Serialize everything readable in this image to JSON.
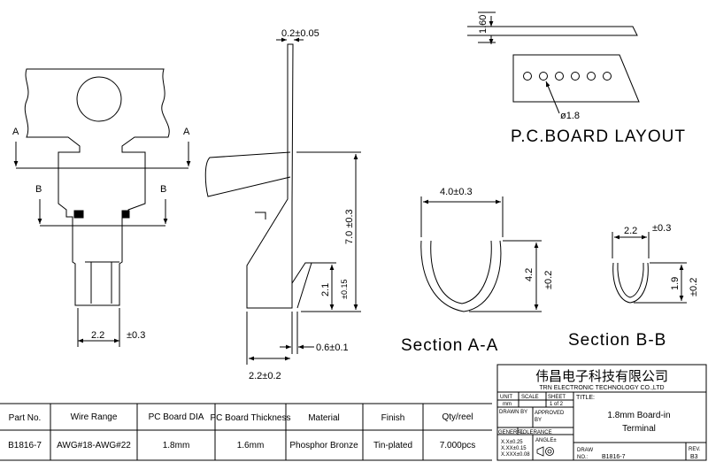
{
  "dims": {
    "thickness": "0.2±0.05",
    "height": "7.0 ±0.3",
    "spring_h": "2.1",
    "spring_tol": "±0.15",
    "base_w": "2.2±0.2",
    "tip_w": "0.6±0.1",
    "tab_w": "2.2",
    "tab_tol": "±0.3",
    "pcb_t": "1.60",
    "hole_d": "ø1.8",
    "secA_w": "4.0±0.3",
    "secA_h": "4.2",
    "secA_tol": "±0.2",
    "secB_w": "2.2",
    "secB_wtol": "±0.3",
    "secB_h": "1.9",
    "secB_tol": "±0.2"
  },
  "markers": {
    "a": "A",
    "b": "B"
  },
  "labels": {
    "pcb_layout": "P.C.BOARD LAYOUT",
    "section_a": "Section A-A",
    "section_b": "Section B-B"
  },
  "table": {
    "headers": [
      "Part No.",
      "Wire Range",
      "PC Board DIA",
      "PC Board Thickness",
      "Material",
      "Finish",
      "Qty/reel"
    ],
    "row": [
      "B1816-7",
      "AWG#18-AWG#22",
      "1.8mm",
      "1.6mm",
      "Phosphor Bronze",
      "Tin-plated",
      "7.000pcs"
    ]
  },
  "title_block": {
    "company_cn": "伟昌电子科技有限公司",
    "company_en": "TRN ELECTRONIC TECHNOLOGY CO.,LTD",
    "unit": "UNIT",
    "scale": "SCALE",
    "sheet": "SHEET",
    "title_label": "TITLE:",
    "unit_val": "mm",
    "sheet_val": "1 of 2",
    "drawn_by": "DRAWN BY",
    "approved": "APPROVED",
    "by": "BY",
    "general": "GENERAL",
    "tolerance": "TOLERANCE",
    "tol1": "X.X±0.25",
    "tol2": "X.XX±0.15",
    "tol3": "X.XXX±0.08",
    "angle": "ANGLE±",
    "title_line1": "1.8mm Board-in",
    "title_line2": "Terminal",
    "draw": "DRAW",
    "no": "NO.:",
    "draw_no": "B1816-7",
    "rev": "REV.",
    "rev_val": "B3"
  }
}
